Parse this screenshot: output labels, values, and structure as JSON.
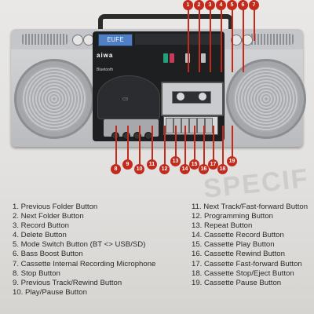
{
  "colors": {
    "callout": "#c42a1c",
    "lcd": "#4f7fc4"
  },
  "device": {
    "brand": "aiwa",
    "bluetooth": "Bluetooth",
    "lcd": "EUFE"
  },
  "faded_heading": "SPECIF",
  "callouts_top": [
    "1",
    "2",
    "3",
    "4",
    "5",
    "6",
    "7"
  ],
  "callouts_bottom": [
    "8",
    "9",
    "10",
    "11",
    "12",
    "13",
    "14",
    "15",
    "16",
    "17",
    "18",
    "19"
  ],
  "legend": {
    "left": [
      "1. Previous Folder Button",
      "2. Next Folder Button",
      "3. Record Button",
      "4. Delete Button",
      "5. Mode Switch Button (BT <> USB/SD)",
      "6. Bass Boost Button",
      "7. Cassette Internal Recording Microphone",
      "8. Stop Button",
      "9. Previous Track/Rewind Button",
      "10. Play/Pause Button"
    ],
    "right": [
      "11. Next Track/Fast-forward Button",
      "12. Programming Button",
      "13. Repeat Button",
      "14. Cassette Record Button",
      "15. Cassette Play Button",
      "16. Cassette Rewind Button",
      "17. Cassette Fast-forward Button",
      "18. Cassette Stop/Eject Button",
      "19. Cassette Pause Button"
    ]
  }
}
